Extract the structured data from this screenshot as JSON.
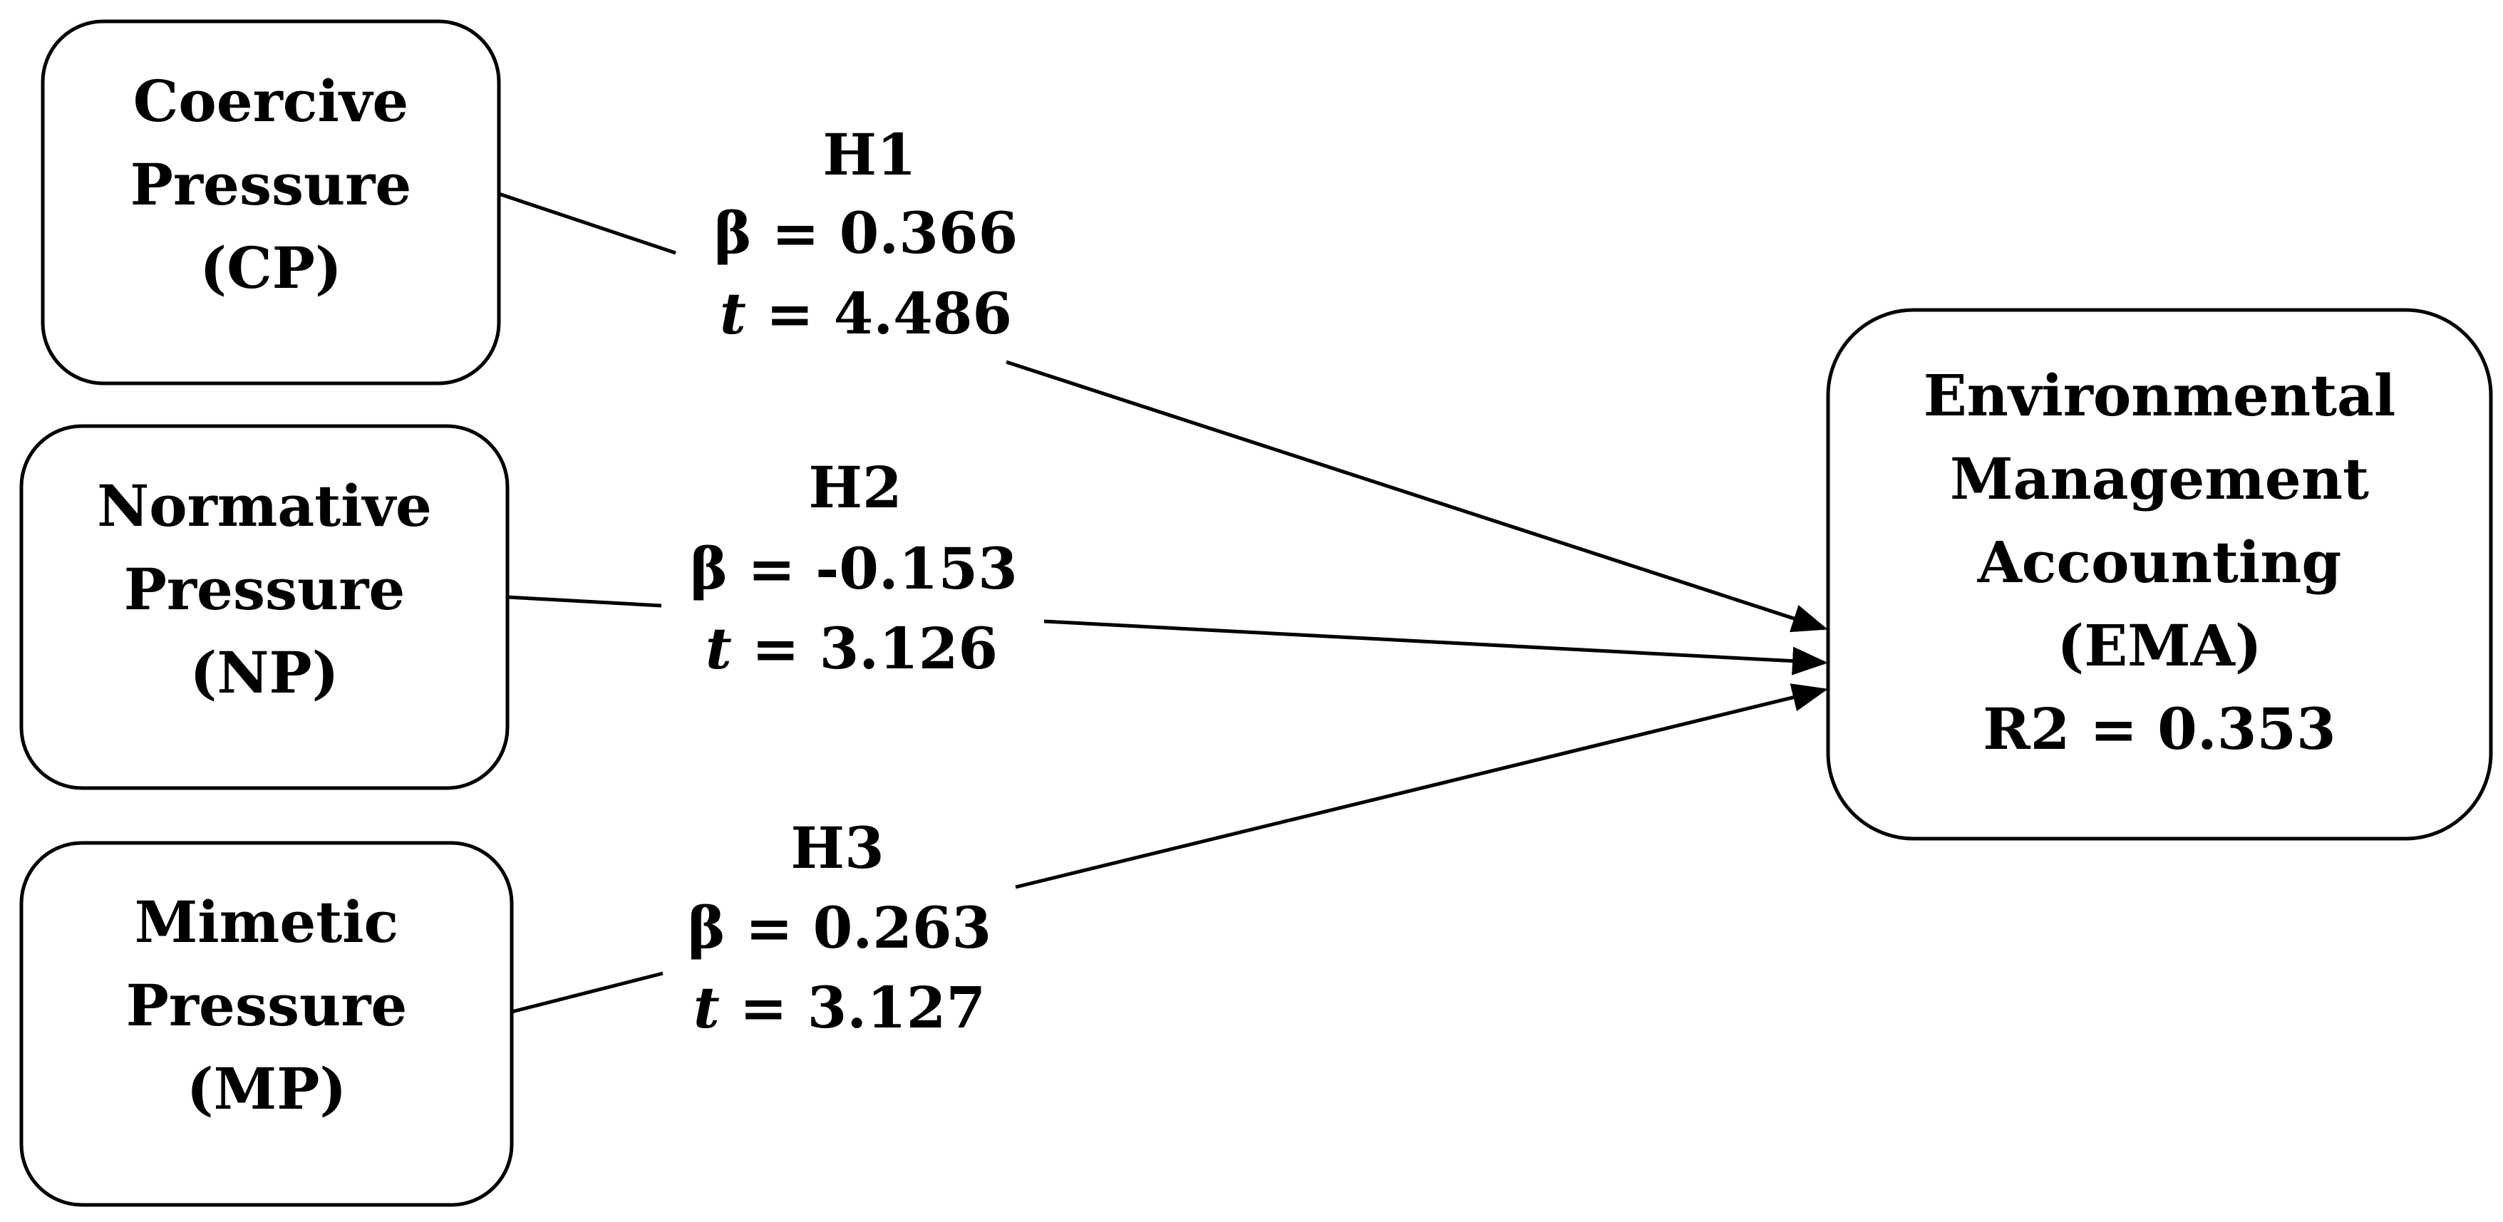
{
  "nodes": {
    "cp": {
      "lines": [
        "Coercive",
        "Pressure",
        "(CP)"
      ]
    },
    "np": {
      "lines": [
        "Normative",
        "Pressure",
        "(NP)"
      ]
    },
    "mp": {
      "lines": [
        "Mimetic",
        "Pressure",
        "(MP)"
      ]
    },
    "ema": {
      "lines": [
        "Environmental",
        "Management",
        "Accounting",
        "(EMA)",
        "R2 = 0.353"
      ]
    }
  },
  "paths": {
    "h1": {
      "hypothesis": "H1",
      "beta": "β = 0.366",
      "t_symbol": "t",
      "t_value": " = 4.486"
    },
    "h2": {
      "hypothesis": "H2",
      "beta": "β = -0.153",
      "t_symbol": "t",
      "t_value": " = 3.126"
    },
    "h3": {
      "hypothesis": "H3",
      "beta": "β = 0.263",
      "t_symbol": "t",
      "t_value": " = 3.127"
    }
  }
}
